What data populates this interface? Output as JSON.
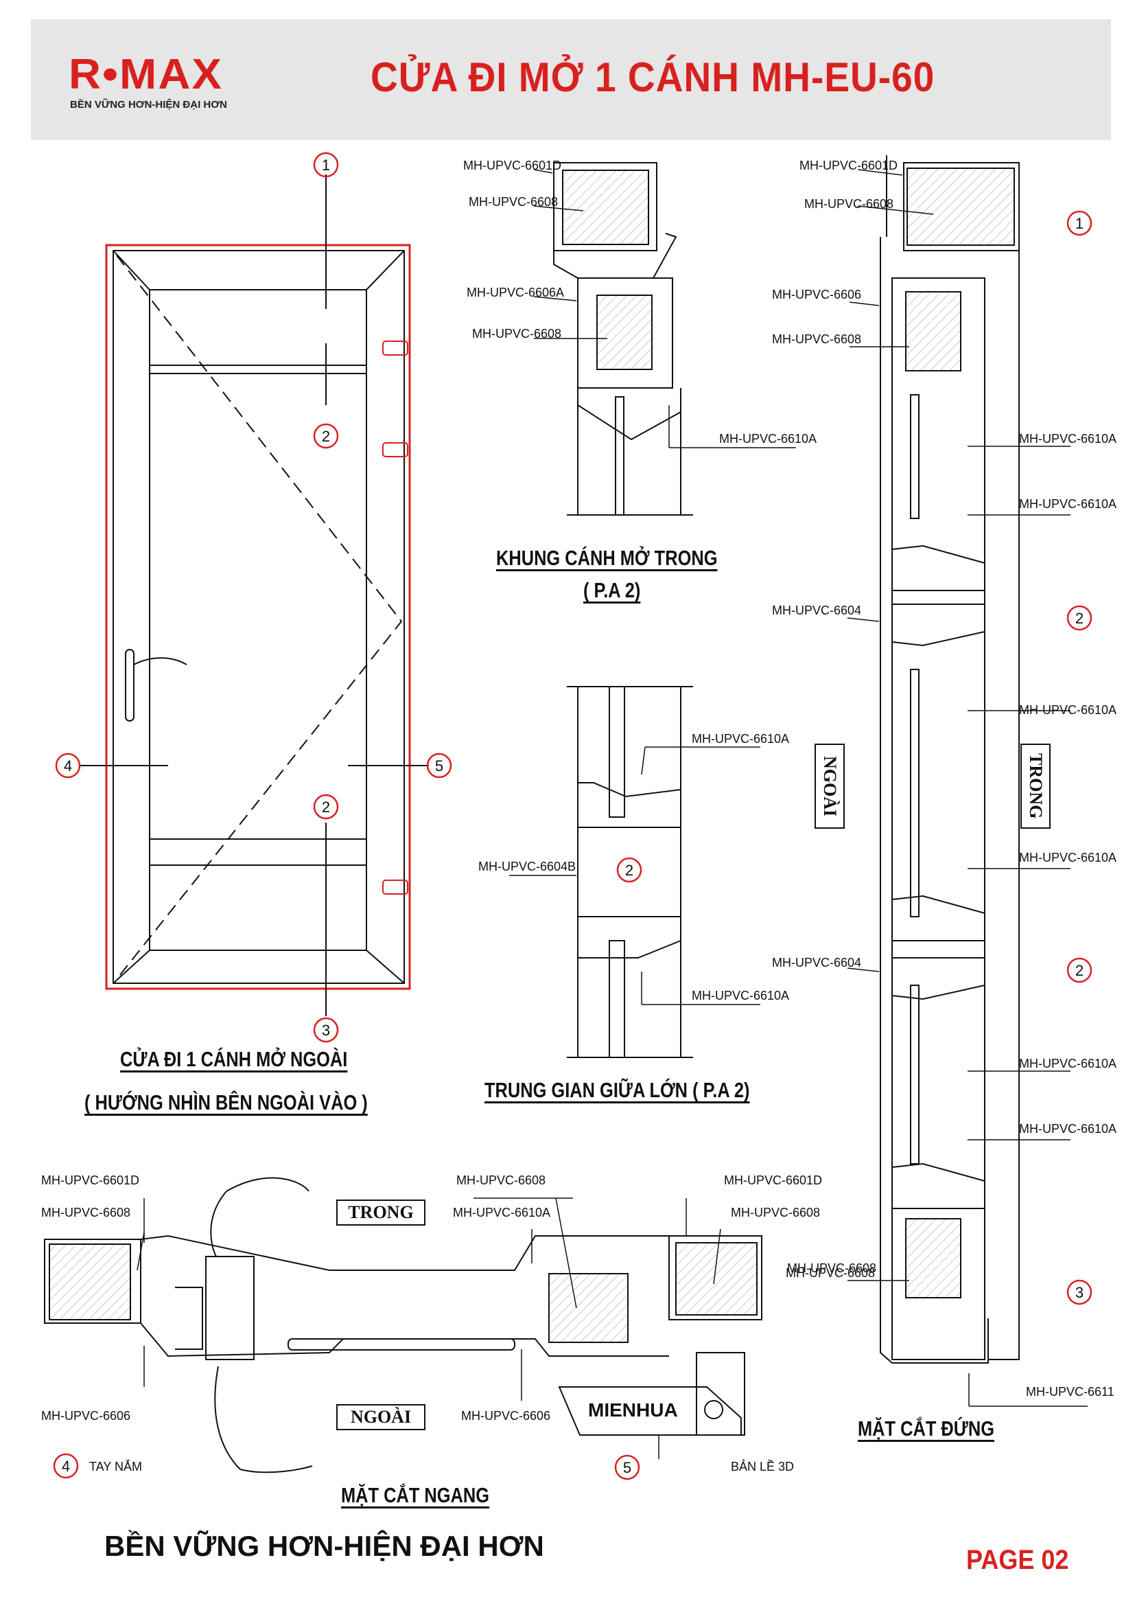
{
  "header": {
    "logo": "R•MAX",
    "logo_tagline": "BỀN VỮNG HƠN-HIỆN ĐẠI HƠN",
    "title": "CỬA ĐI MỞ 1 CÁNH MH-EU-60"
  },
  "colors": {
    "accent": "#d8211f",
    "header_bg": "#e6e6e6",
    "line": "#111111"
  },
  "elevation": {
    "caption_line1": "CỬA ĐI 1 CÁNH MỞ NGOÀI",
    "caption_line2": "( HƯỚNG NHÌN BÊN NGOÀI VÀO )",
    "markers": [
      "1",
      "2",
      "2",
      "3",
      "4",
      "5"
    ]
  },
  "section_frame_top": {
    "caption_line1": "KHUNG CÁNH MỞ TRONG",
    "caption_line2": "( P.A 2)",
    "labels": [
      "MH-UPVC-6601D",
      "MH-UPVC-6608",
      "MH-UPVC-6606A",
      "MH-UPVC-6608",
      "MH-UPVC-6610A"
    ]
  },
  "section_mullion": {
    "caption": "TRUNG GIAN GIỮA LỚN ( P.A 2)",
    "labels": [
      "MH-UPVC-6610A",
      "MH-UPVC-6604B",
      "MH-UPVC-6610A"
    ],
    "marker": "2"
  },
  "vertical_section": {
    "caption": "MẶT CẮT ĐỨNG",
    "outside_label": "NGOÀI",
    "inside_label": "TRONG",
    "labels_left": [
      "MH-UPVC-6601D",
      "MH-UPVC-6608",
      "MH-UPVC-6606",
      "MH-UPVC-6608",
      "MH-UPVC-6604",
      "MH-UPVC-6604",
      "MH-UPVC-6608"
    ],
    "labels_right": [
      "MH-UPVC-6610A",
      "MH-UPVC-6610A",
      "MH-UPVC-6610A",
      "MH-UPVC-6610A",
      "MH-UPVC-6610A",
      "MH-UPVC-6610A",
      "MH-UPVC-6611"
    ],
    "markers": [
      "1",
      "2",
      "2",
      "3"
    ]
  },
  "horizontal_section": {
    "caption": "MẶT CẮT NGANG",
    "inside_label": "TRONG",
    "outside_label": "NGOÀI",
    "labels": [
      "MH-UPVC-6601D",
      "MH-UPVC-6608",
      "MH-UPVC-6606",
      "MH-UPVC-6608",
      "MH-UPVC-6610A",
      "MH-UPVC-6606",
      "MH-UPVC-6601D",
      "MH-UPVC-6608",
      "MH-UPVC-6608"
    ],
    "hinge_brand": "MIENHUA",
    "handle_label": "TAY NẮM",
    "hinge_label": "BẢN LỀ 3D",
    "markers": [
      "4",
      "5"
    ]
  },
  "footer": {
    "slogan": "BỀN VỮNG HƠN-HIỆN ĐẠI HƠN",
    "page": "PAGE 02"
  }
}
